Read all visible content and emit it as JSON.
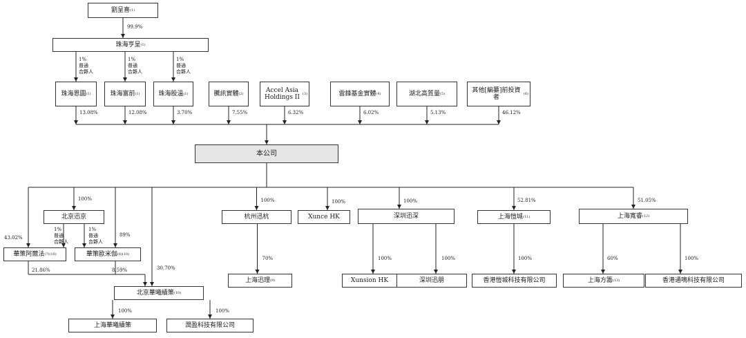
{
  "nodes": {
    "liu": {
      "name": "劉呈喜",
      "note": "(1)"
    },
    "zh_xiangcheng": {
      "name": "珠海亨呈",
      "note": "(1)"
    },
    "zh_enyuan": {
      "name": "珠海恩圓",
      "note": "(1)"
    },
    "zh_fuqian": {
      "name": "珠海富前",
      "note": "(1)"
    },
    "zh_guwen": {
      "name": "珠海股溫",
      "note": "(1)"
    },
    "tencent": {
      "name": "騰訊實體",
      "note": "(2)"
    },
    "accel": {
      "name": "Accel Asia Holdings II",
      "note": "(3)"
    },
    "yunfeng": {
      "name": "雲鋒基金實體",
      "note": "(4)"
    },
    "hubei": {
      "name": "湖北高質量",
      "note": "(5)"
    },
    "others": {
      "name": "其他[編纂]前投資者",
      "note": "(6)"
    },
    "company": {
      "name": "本公司"
    },
    "bj_xunjing": {
      "name": "北京迅京"
    },
    "hc_alpha": {
      "name": "華策阿爾法",
      "note": "(7)(10)"
    },
    "hc_omega": {
      "name": "華策歐米伽",
      "note": "(8)(10)"
    },
    "bj_huaxi": {
      "name": "北京華曦績策",
      "note": "(10)"
    },
    "sh_huaxi": {
      "name": "上海華曦績策"
    },
    "runying": {
      "name": "潤盈科技有限公司"
    },
    "hz_xunhang": {
      "name": "杭州迅杭"
    },
    "sh_xunli": {
      "name": "上海迅理",
      "note": "(9)"
    },
    "xunce_hk": {
      "name": "Xunce HK"
    },
    "sz_xunshen": {
      "name": "深圳迅深"
    },
    "xunsion_hk": {
      "name": "Xunsion HK"
    },
    "sz_xunpeng": {
      "name": "深圳迅朋"
    },
    "sh_kaicheng": {
      "name": "上海愷城",
      "note": "(11)"
    },
    "hk_kaicheng": {
      "name": "香港愷城科技有限公司"
    },
    "sh_kuanrui": {
      "name": "上海寬睿",
      "note": "(12)"
    },
    "sh_fangchou": {
      "name": "上海方籌",
      "note": "(13)"
    },
    "hk_tongming": {
      "name": "香港通鳴科技有限公司"
    }
  },
  "edge_labels": {
    "liu_xc": "99.9%",
    "enyuan_co": "13.08%",
    "fuqian_co": "12.08%",
    "guwen_co": "3.70%",
    "tencent_co": "7.55%",
    "accel_co": "6.32%",
    "yunfeng_co": "6.02%",
    "hubei_co": "5.13%",
    "others_co": "46.12%",
    "co_bjxj": "100%",
    "co_alpha": "43.02%",
    "co_omega": "89%",
    "co_bjhx": "30.70%",
    "alpha_bjhx": "21.86%",
    "omega_bjhx": "8.59%",
    "bjhx_shhx": "100%",
    "bjhx_runying": "100%",
    "co_hz": "100%",
    "hz_shxl": "70%",
    "co_xuncehk": "100%",
    "co_sz": "100%",
    "sz_xunsionhk": "100%",
    "sz_xunpeng": "100%",
    "co_shkc": "52.81%",
    "shkc_hkkc": "100%",
    "co_shkr": "51.05%",
    "shkr_fc": "60%",
    "shkr_tm": "100%"
  },
  "gp_label": {
    "pct": "1%",
    "line1": "普通",
    "line2": "合夥人"
  }
}
